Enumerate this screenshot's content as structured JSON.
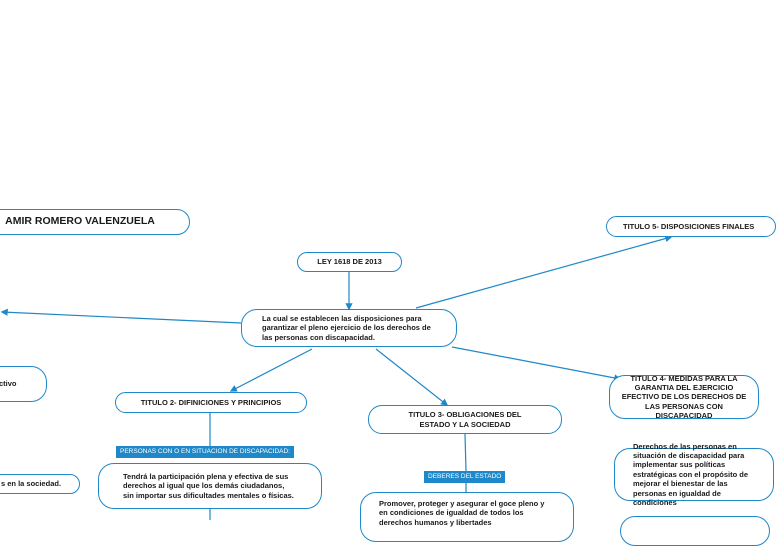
{
  "nodes": {
    "author": "AMIR ROMERO VALENZUELA",
    "ley": "LEY 1618 DE 2013",
    "central": "La cual se establecen las disposiciones para garantizar el pleno ejercicio de los derechos de las personas con discapacidad.",
    "titulo2": "TITULO 2- DIFINICIONES Y PRINCIPIOS",
    "titulo3": "TITULO 3- OBLIGACIONES DEL ESTADO Y LA SOCIEDAD",
    "titulo4": "TITULO 4- MEDIDAS PARA LA GARANTIA DEL EJERCICIO EFECTIVO DE LOS DERECHOS DE LAS PERSONAS CON DISCAPACIDAD",
    "titulo5": "TITULO 5- DISPOSICIONES FINALES",
    "left_fragment_1": "ctivo",
    "left_fragment_2": "s en la sociedad.",
    "titulo2_child": "Tendrá  la participación plena y efectiva de sus derechos al igual que los demás ciudadanos, sin importar sus dificultades mentales o físicas.",
    "titulo3_child": "Promover, proteger y asegurar el goce pleno y en condiciones de igualdad de todos los derechos humanos y libertades",
    "titulo4_child": "Derechos de las personas en situación de discapacidad para implementar sus políticas estratégicas con el propósito de mejorar el bienestar de las personas en igualdad de condiciones"
  },
  "tags": {
    "titulo2_tag": "PERSONAS CON O EN SITUACION DE DISCAPACIDAD:",
    "titulo3_tag": "DEBERES DEL ESTADO"
  },
  "colors": {
    "accent": "#1e88c8",
    "background": "#ffffff",
    "text": "#1a1a1a"
  }
}
